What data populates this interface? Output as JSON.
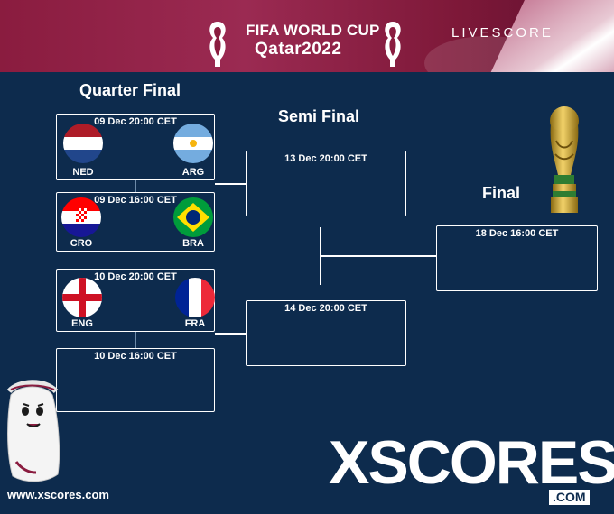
{
  "banner": {
    "title": "FIFA WORLD CUP",
    "subtitle": "Qatar2022",
    "livescore": "LIVESCORE"
  },
  "rounds": {
    "quarter_final": "Quarter Final",
    "semi_final": "Semi Final",
    "final": "Final"
  },
  "quarter_finals": [
    {
      "date": "09 Dec 20:00 CET",
      "home": "NED",
      "away": "ARG",
      "home_flag": "netherlands-flag-icon",
      "away_flag": "argentina-flag-icon"
    },
    {
      "date": "09 Dec 16:00 CET",
      "home": "CRO",
      "away": "BRA",
      "home_flag": "croatia-flag-icon",
      "away_flag": "brazil-flag-icon"
    },
    {
      "date": "10 Dec 20:00 CET",
      "home": "ENG",
      "away": "FRA",
      "home_flag": "england-flag-icon",
      "away_flag": "france-flag-icon"
    },
    {
      "date": "10 Dec 16:00 CET"
    }
  ],
  "semi_finals": [
    {
      "date": "13 Dec 20:00 CET"
    },
    {
      "date": "14 Dec 20:00 CET"
    }
  ],
  "final": {
    "date": "18 Dec 16:00 CET"
  },
  "footer": {
    "url": "www.xscores.com",
    "logo": "XSCORES",
    "logo_suffix": ".COM"
  },
  "colors": {
    "background": "#0d2b4d",
    "banner": "#8a1c3f",
    "lines": "#ffffff"
  },
  "icons": [
    "world-cup-emblem-icon",
    "trophy-icon",
    "mascot-icon"
  ]
}
